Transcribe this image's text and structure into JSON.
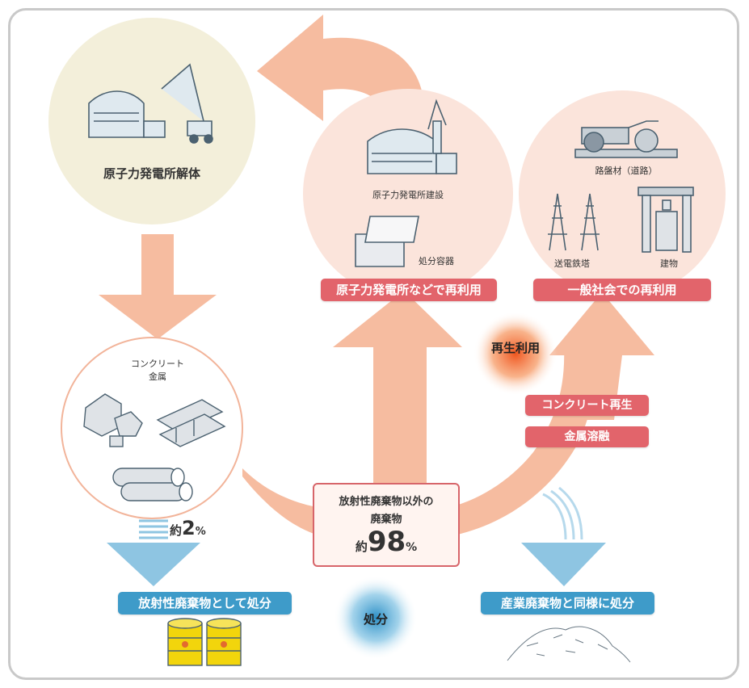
{
  "nodes": {
    "decommission": "原子力発電所解体",
    "materials_line1": "コンクリート",
    "materials_line2": "金属",
    "npp_construction": "原子力発電所建設",
    "disposal_container": "処分容器",
    "roadbed": "路盤材（道路）",
    "transmission_tower": "送電鉄塔",
    "building": "建物"
  },
  "tags": {
    "reuse_npp": "原子力発電所などで再利用",
    "reuse_society": "一般社会での再利用",
    "concrete_recycling": "コンクリート再生",
    "metal_melting": "金属溶融",
    "radioactive_disposal": "放射性廃棄物として処分",
    "industrial_disposal": "産業廃棄物と同様に処分"
  },
  "labels": {
    "recycle": "再生利用",
    "disposal": "処分"
  },
  "center": {
    "line1": "放射性廃棄物以外の",
    "line2": "廃棄物",
    "prefix": "約",
    "value": "98",
    "unit": "%"
  },
  "small_share": {
    "prefix": "約",
    "value": "2",
    "unit": "%"
  },
  "colors": {
    "arrow": "#f6bca0",
    "circle_beige": "#f3efda",
    "circle_pink": "#fbe4db",
    "tag_pink": "#e2646b",
    "tag_blue": "#3e9bc9",
    "drum_yellow": "#f2d50c"
  }
}
